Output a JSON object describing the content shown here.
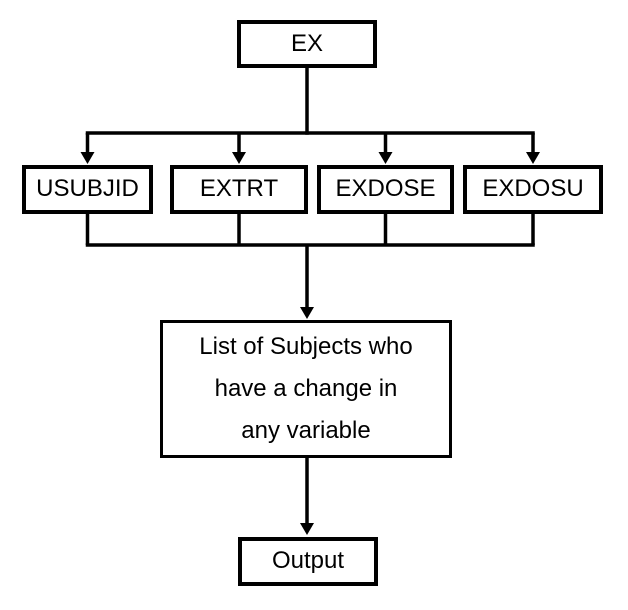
{
  "diagram": {
    "type": "flowchart",
    "root": {
      "label": "EX"
    },
    "variables": [
      {
        "label": "USUBJID"
      },
      {
        "label": "EXTRT"
      },
      {
        "label": "EXDOSE"
      },
      {
        "label": "EXDOSU"
      }
    ],
    "result": {
      "label": "List of Subjects who have a change in any variable",
      "lines": [
        "List of Subjects who",
        "have a change in",
        "any variable"
      ]
    },
    "output": {
      "label": "Output"
    },
    "colors": {
      "line": "#000000",
      "border": "#000000",
      "text": "#000000",
      "background": "#ffffff"
    }
  }
}
